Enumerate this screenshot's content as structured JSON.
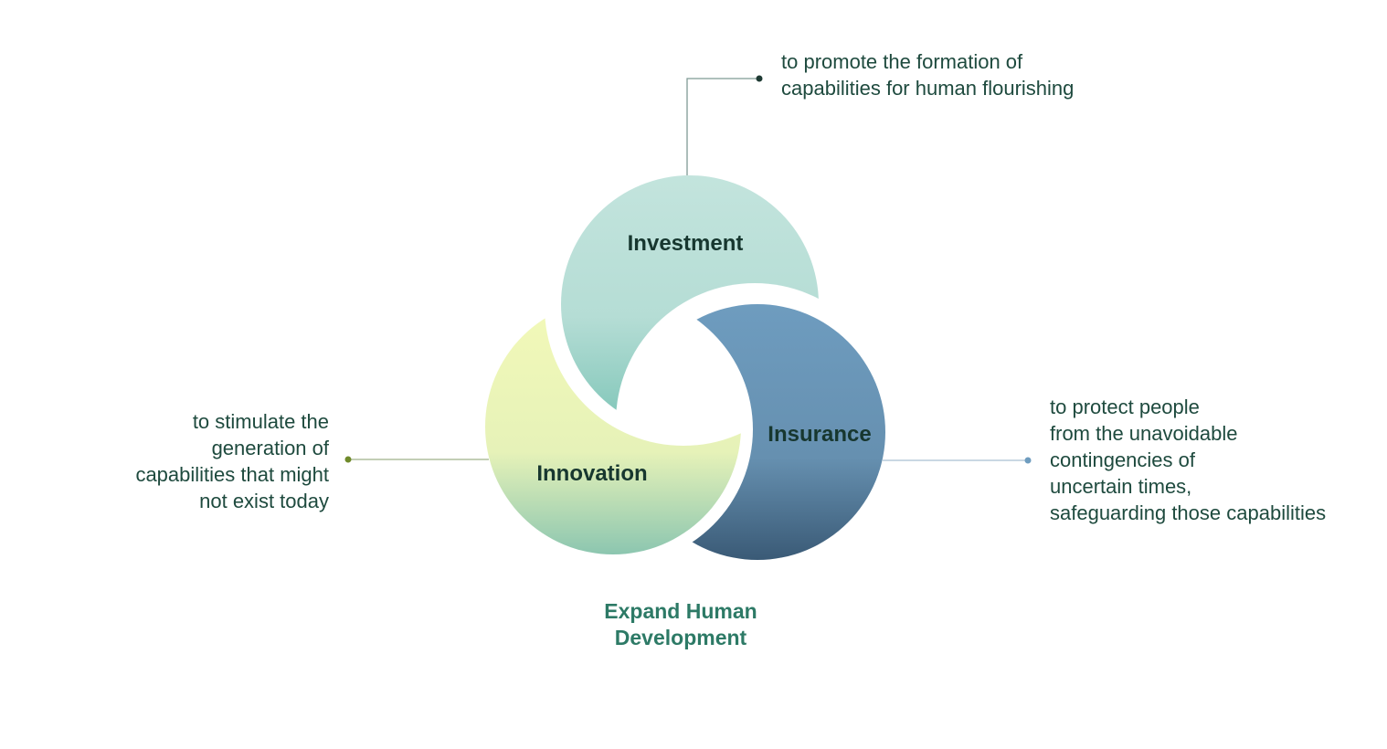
{
  "diagram": {
    "title_line1": "Expand Human",
    "title_line2": "Development",
    "nodes": [
      {
        "label": "Investment",
        "description": "to promote the formation of\ncapabilities for human flourishing",
        "color_top": "#c3e4dd",
        "color_bottom": "#7cc4b6"
      },
      {
        "label": "Insurance",
        "description": "to protect people\nfrom the unavoidable\ncontingencies of\nuncertain times,\nsafeguarding those capabilities",
        "color_top": "#6e9cbf",
        "color_bottom": "#3a5a76"
      },
      {
        "label": "Innovation",
        "description": "to stimulate the\ngeneration of\ncapabilities that might\nnot exist today",
        "color_top": "#f3f9b8",
        "color_bottom": "#8cc6b0"
      }
    ]
  }
}
